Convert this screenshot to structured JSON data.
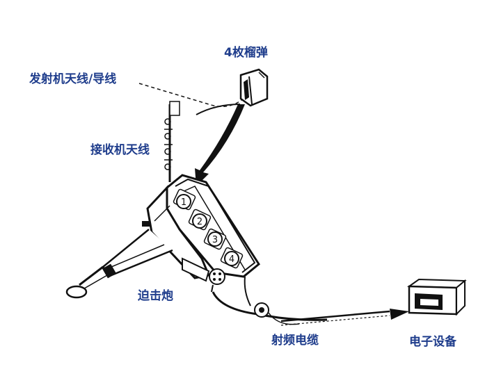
{
  "labels": {
    "grenades": "4枚榴弹",
    "transmit_antenna": "发射机天线/导线",
    "receive_antenna": "接收机天线",
    "mortar": "迫击炮",
    "rf_cable": "射频电缆",
    "electronic_equipment": "电子设备"
  },
  "tube_numbers": [
    "1",
    "2",
    "3",
    "4"
  ],
  "colors": {
    "label": "#1f3d8c",
    "line": "#111111",
    "background": "#ffffff"
  }
}
